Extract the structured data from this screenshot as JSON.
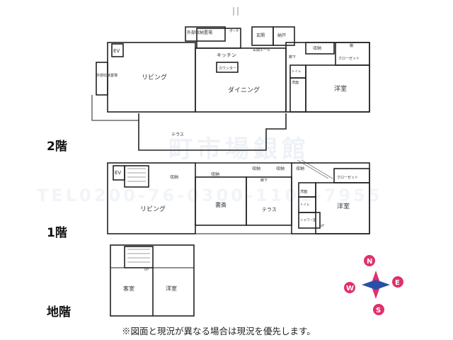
{
  "watermark": {
    "company": "町市場銀館",
    "tel": "TEL0200-76-0300-1101-7955"
  },
  "floors": {
    "second": "2階",
    "first": "1階",
    "basement": "地階"
  },
  "rooms_2f": {
    "outdoor_storage_top": "外部収納置場",
    "ev": "EV",
    "outdoor_storage_left": "外部収納置場",
    "living": "リビング",
    "kitchen": "キッチン",
    "counter": "カウンター",
    "dining": "ダイニング",
    "entrance": "玄関",
    "shoe_closet": "納戸",
    "hall": "玄関ホール",
    "hallway": "廊下",
    "storage": "収納",
    "closet_small": "棚",
    "closet": "クローゼット",
    "toilet": "トイレ",
    "washroom": "洗面",
    "western": "洋室",
    "terrace": "テラス",
    "porch": "ポーチ"
  },
  "rooms_1f": {
    "ev": "EV",
    "storage_a": "収納",
    "storage_b": "収納",
    "storage_c": "収納",
    "storage_d": "収納",
    "storage_e": "収納",
    "hallway": "廊下",
    "closet": "クローゼット",
    "living": "リビング",
    "study": "書斎",
    "terrace": "テラス",
    "washroom": "洗面",
    "toilet": "トイレ",
    "shower": "シャワー室",
    "western": "洋室",
    "up": "UP"
  },
  "rooms_b1": {
    "guest": "客室",
    "western": "洋室",
    "up": "UP"
  },
  "compass": {
    "n": "N",
    "e": "E",
    "s": "S",
    "w": "W",
    "colors": {
      "n": "#e0306a",
      "ew": "#2b4fa8",
      "s": "#e0306a",
      "w": "#e0306a"
    }
  },
  "note": "※図面と現況が異なる場合は現況を優先します。"
}
